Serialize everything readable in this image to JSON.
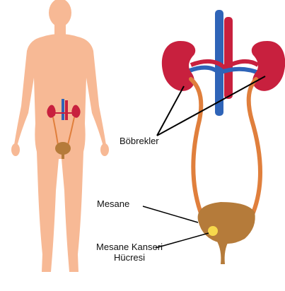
{
  "labels": {
    "kidneys": "Böbrekler",
    "bladder": "Mesane",
    "cancer_line1": "Mesane Kanseri",
    "cancer_line2": "Hücresi"
  },
  "colors": {
    "body": "#f7b995",
    "kidney": "#c8203e",
    "artery": "#c8203e",
    "vein": "#2f64b8",
    "ureter": "#e07f3c",
    "bladder": "#b57b3a",
    "tumor": "#f6d84c",
    "pointer": "#000000"
  }
}
